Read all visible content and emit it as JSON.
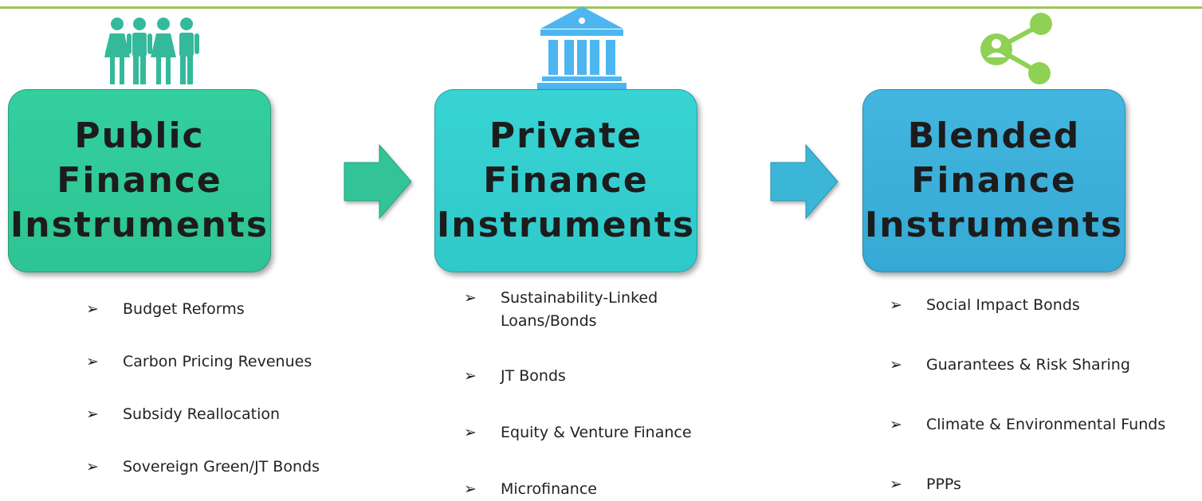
{
  "colors": {
    "rule": "#9bc75a",
    "public": "#30c89b",
    "private": "#32cfd0",
    "blended": "#3aaed8",
    "people_icon": "#34b99b",
    "bank_icon": "#4db6f0",
    "share_icon": "#8fd155"
  },
  "columns": [
    {
      "icon": "people-icon",
      "title": "Public\nFinance\nInstruments",
      "items": [
        "Budget Reforms",
        "Carbon Pricing Revenues",
        "Subsidy Reallocation",
        "Sovereign Green/JT Bonds"
      ]
    },
    {
      "icon": "bank-icon",
      "title": "Private\nFinance\nInstruments",
      "items": [
        "Sustainability-Linked\nLoans/Bonds",
        "JT Bonds",
        "Equity & Venture Finance",
        "Microfinance"
      ]
    },
    {
      "icon": "share-icon",
      "title": "Blended\nFinance\nInstruments",
      "items": [
        "Social Impact Bonds",
        "Guarantees & Risk Sharing",
        "Climate & Environmental Funds",
        "PPPs"
      ]
    }
  ],
  "bullet": "➢"
}
